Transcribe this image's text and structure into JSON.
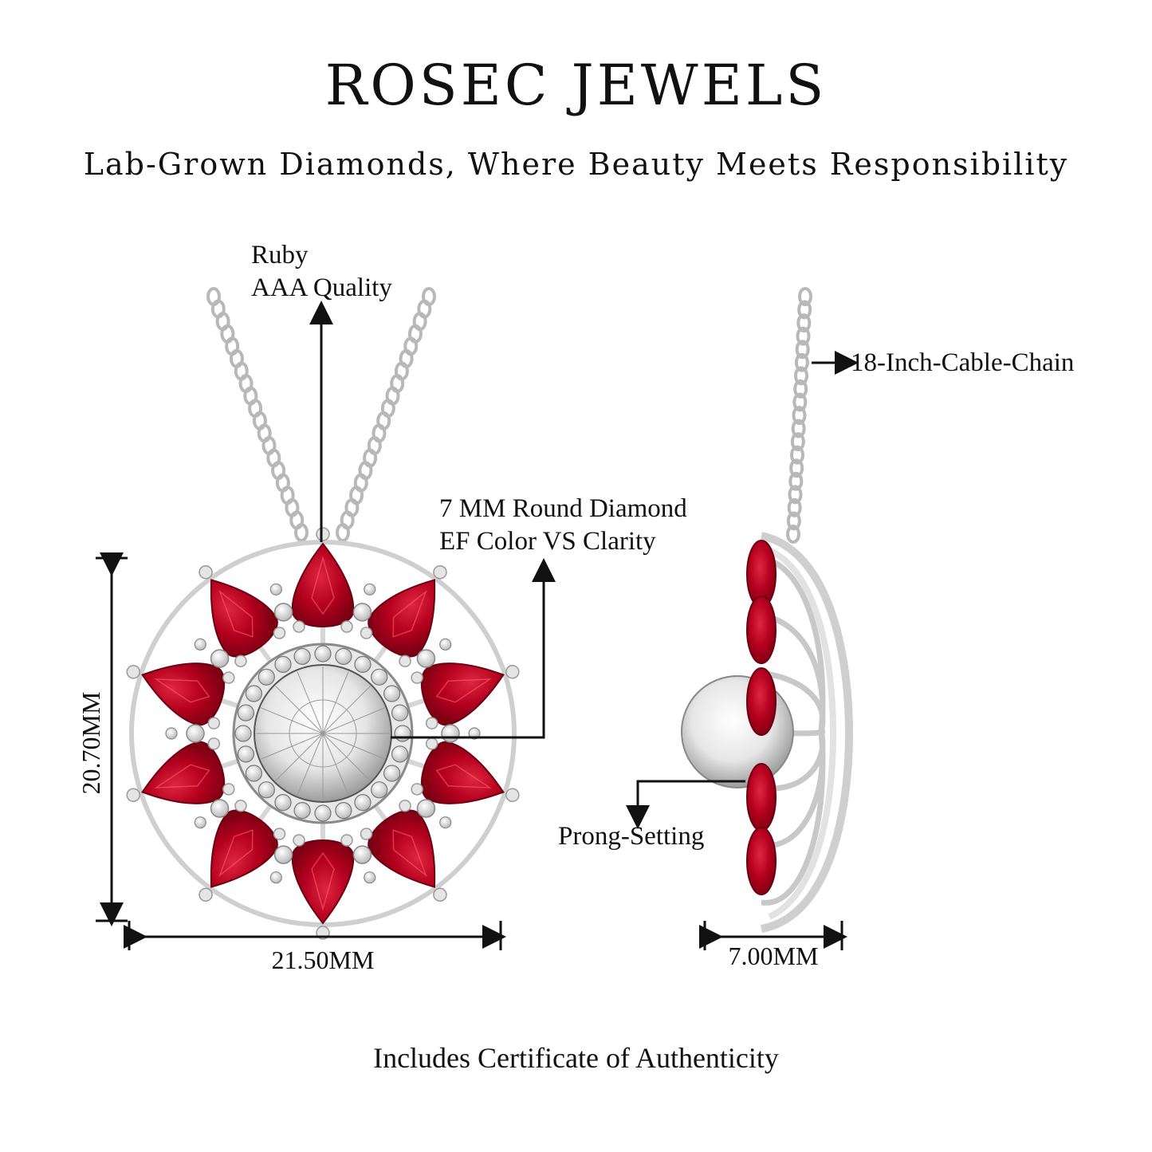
{
  "header": {
    "brand": "ROSEC JEWELS",
    "tagline": "Lab-Grown Diamonds, Where Beauty Meets Responsibility"
  },
  "callouts": {
    "ruby_line1": "Ruby",
    "ruby_line2": "AAA Quality",
    "diamond_line1": "7 MM Round Diamond",
    "diamond_line2": "EF Color VS Clarity",
    "chain": "18-Inch-Cable-Chain",
    "setting": "Prong-Setting"
  },
  "dimensions": {
    "height": "20.70MM",
    "width": "21.50MM",
    "depth": "7.00MM"
  },
  "footer": "Includes Certificate of Authenticity",
  "colors": {
    "ruby": "#b3001e",
    "ruby_light": "#e0263f",
    "metal": "#d9d9d9",
    "metal_dark": "#9a9a9a",
    "text": "#111111"
  }
}
